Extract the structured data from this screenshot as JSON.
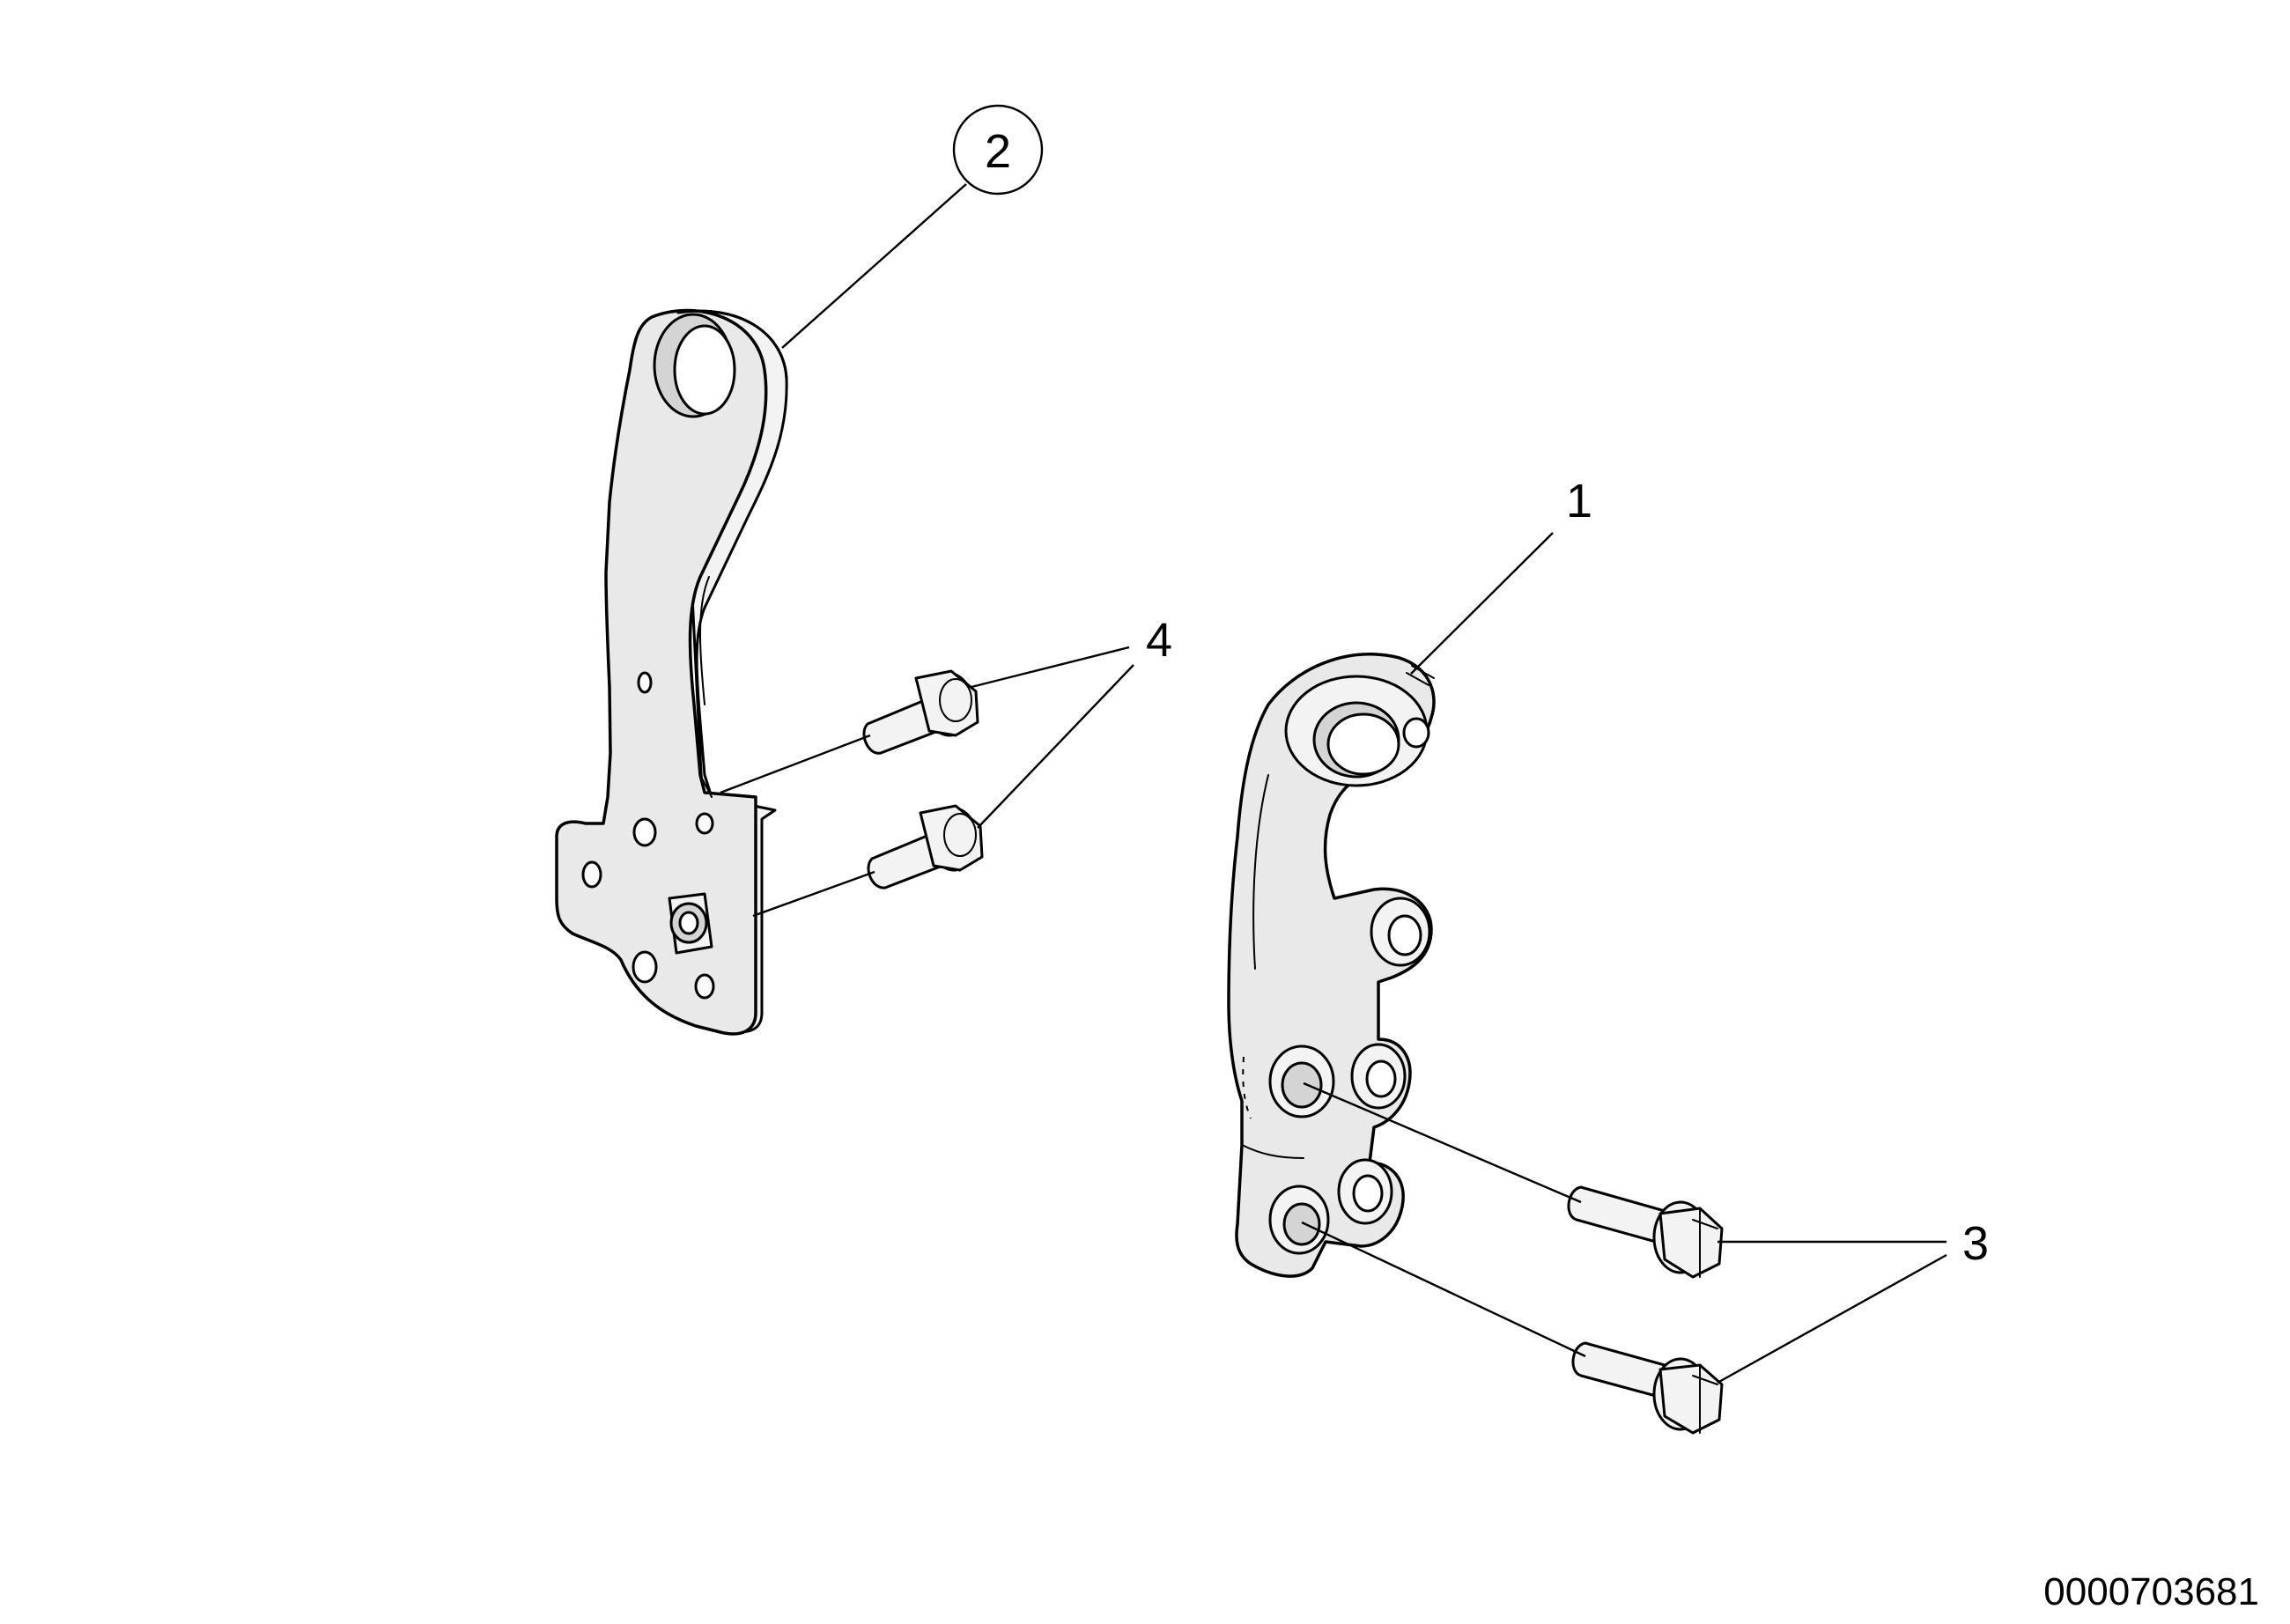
{
  "diagram": {
    "callouts": {
      "c1": "1",
      "c2": "2",
      "c3": "3",
      "c4": "4"
    },
    "reference_number": "0000703681"
  }
}
